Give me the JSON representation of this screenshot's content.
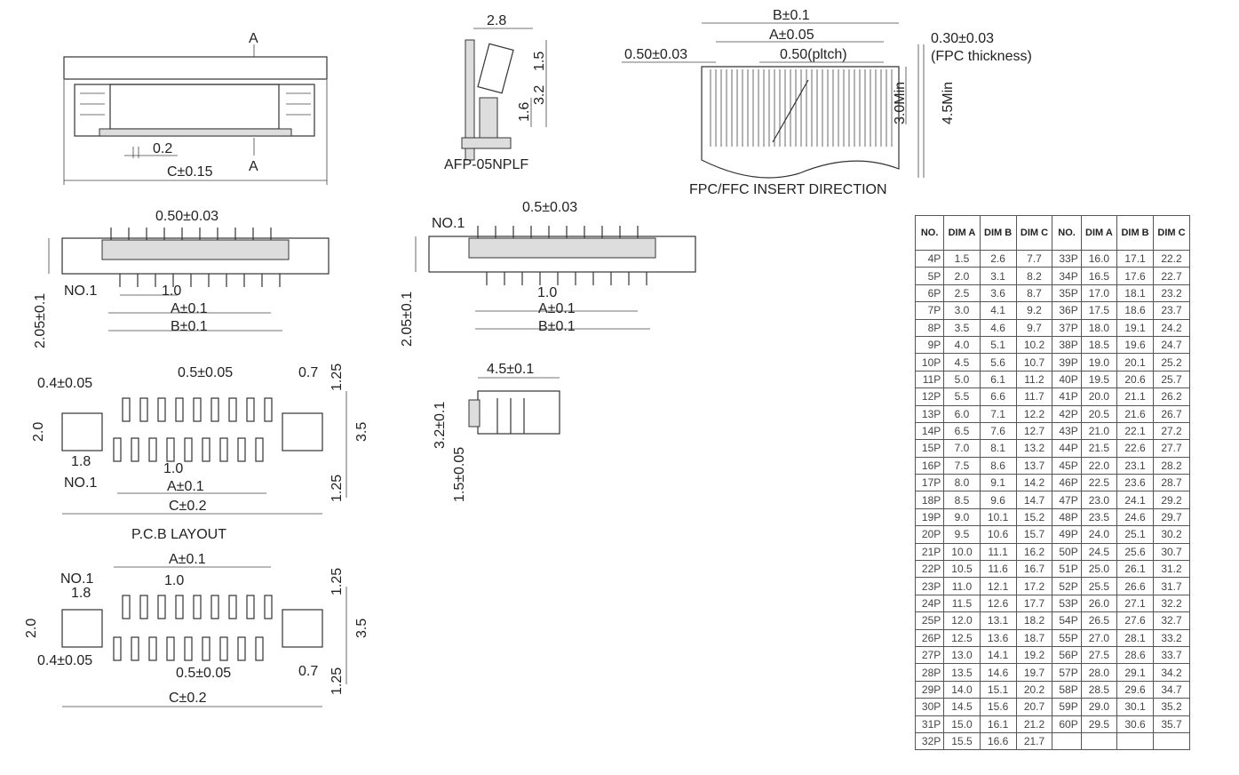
{
  "top_view": {
    "a_top": "A",
    "a_bottom": "A",
    "pitch": "0.2",
    "c": "C±0.15"
  },
  "side_view": {
    "w": "2.8",
    "h1": "1.5",
    "h2": "3.2",
    "h3": "1.6",
    "part": "AFP-05NPLF"
  },
  "fpc": {
    "b": "B±0.1",
    "a": "A±0.05",
    "offset": "0.50±0.03",
    "pitch": "0.50(pltch)",
    "min1": "3.0Min",
    "min2": "4.5Min",
    "thickness": "0.30±0.03",
    "thickness_note": "(FPC thickness)",
    "caption": "FPC/FFC INSERT DIRECTION"
  },
  "front1": {
    "pitch": "0.50±0.03",
    "no1": "NO.1",
    "spacing": "1.0",
    "a": "A±0.1",
    "b": "B±0.1",
    "h": "2.05±0.1"
  },
  "front2": {
    "no1": "NO.1",
    "pitch": "0.5±0.03",
    "spacing": "1.0",
    "a": "A±0.1",
    "b": "B±0.1",
    "h": "2.05±0.1"
  },
  "pcb1": {
    "pad_w": "0.4±0.05",
    "pitch": "0.5±0.05",
    "edge": "0.7",
    "top": "1.25",
    "h": "2.0",
    "total": "3.5",
    "side": "1.8",
    "no1": "NO.1",
    "spacing": "1.0",
    "a": "A±0.1",
    "c": "C±0.2",
    "bottom": "1.25",
    "caption": "P.C.B LAYOUT"
  },
  "small_side": {
    "w": "4.5±0.1",
    "h": "3.2±0.1",
    "h2": "1.5±0.05"
  },
  "pcb2": {
    "a": "A±0.1",
    "no1": "NO.1",
    "side": "1.8",
    "spacing": "1.0",
    "top": "1.25",
    "h": "2.0",
    "total": "3.5",
    "pad_w": "0.4±0.05",
    "pitch": "0.5±0.05",
    "edge": "0.7",
    "bottom": "1.25",
    "c": "C±0.2"
  },
  "table": {
    "headers": [
      "NO.",
      "DIM A",
      "DIM B",
      "DIM C",
      "NO.",
      "DIM A",
      "DIM B",
      "DIM C"
    ],
    "rows": [
      [
        "4P",
        "1.5",
        "2.6",
        "7.7",
        "33P",
        "16.0",
        "17.1",
        "22.2"
      ],
      [
        "5P",
        "2.0",
        "3.1",
        "8.2",
        "34P",
        "16.5",
        "17.6",
        "22.7"
      ],
      [
        "6P",
        "2.5",
        "3.6",
        "8.7",
        "35P",
        "17.0",
        "18.1",
        "23.2"
      ],
      [
        "7P",
        "3.0",
        "4.1",
        "9.2",
        "36P",
        "17.5",
        "18.6",
        "23.7"
      ],
      [
        "8P",
        "3.5",
        "4.6",
        "9.7",
        "37P",
        "18.0",
        "19.1",
        "24.2"
      ],
      [
        "9P",
        "4.0",
        "5.1",
        "10.2",
        "38P",
        "18.5",
        "19.6",
        "24.7"
      ],
      [
        "10P",
        "4.5",
        "5.6",
        "10.7",
        "39P",
        "19.0",
        "20.1",
        "25.2"
      ],
      [
        "11P",
        "5.0",
        "6.1",
        "11.2",
        "40P",
        "19.5",
        "20.6",
        "25.7"
      ],
      [
        "12P",
        "5.5",
        "6.6",
        "11.7",
        "41P",
        "20.0",
        "21.1",
        "26.2"
      ],
      [
        "13P",
        "6.0",
        "7.1",
        "12.2",
        "42P",
        "20.5",
        "21.6",
        "26.7"
      ],
      [
        "14P",
        "6.5",
        "7.6",
        "12.7",
        "43P",
        "21.0",
        "22.1",
        "27.2"
      ],
      [
        "15P",
        "7.0",
        "8.1",
        "13.2",
        "44P",
        "21.5",
        "22.6",
        "27.7"
      ],
      [
        "16P",
        "7.5",
        "8.6",
        "13.7",
        "45P",
        "22.0",
        "23.1",
        "28.2"
      ],
      [
        "17P",
        "8.0",
        "9.1",
        "14.2",
        "46P",
        "22.5",
        "23.6",
        "28.7"
      ],
      [
        "18P",
        "8.5",
        "9.6",
        "14.7",
        "47P",
        "23.0",
        "24.1",
        "29.2"
      ],
      [
        "19P",
        "9.0",
        "10.1",
        "15.2",
        "48P",
        "23.5",
        "24.6",
        "29.7"
      ],
      [
        "20P",
        "9.5",
        "10.6",
        "15.7",
        "49P",
        "24.0",
        "25.1",
        "30.2"
      ],
      [
        "21P",
        "10.0",
        "11.1",
        "16.2",
        "50P",
        "24.5",
        "25.6",
        "30.7"
      ],
      [
        "22P",
        "10.5",
        "11.6",
        "16.7",
        "51P",
        "25.0",
        "26.1",
        "31.2"
      ],
      [
        "23P",
        "11.0",
        "12.1",
        "17.2",
        "52P",
        "25.5",
        "26.6",
        "31.7"
      ],
      [
        "24P",
        "11.5",
        "12.6",
        "17.7",
        "53P",
        "26.0",
        "27.1",
        "32.2"
      ],
      [
        "25P",
        "12.0",
        "13.1",
        "18.2",
        "54P",
        "26.5",
        "27.6",
        "32.7"
      ],
      [
        "26P",
        "12.5",
        "13.6",
        "18.7",
        "55P",
        "27.0",
        "28.1",
        "33.2"
      ],
      [
        "27P",
        "13.0",
        "14.1",
        "19.2",
        "56P",
        "27.5",
        "28.6",
        "33.7"
      ],
      [
        "28P",
        "13.5",
        "14.6",
        "19.7",
        "57P",
        "28.0",
        "29.1",
        "34.2"
      ],
      [
        "29P",
        "14.0",
        "15.1",
        "20.2",
        "58P",
        "28.5",
        "29.6",
        "34.7"
      ],
      [
        "30P",
        "14.5",
        "15.6",
        "20.7",
        "59P",
        "29.0",
        "30.1",
        "35.2"
      ],
      [
        "31P",
        "15.0",
        "16.1",
        "21.2",
        "60P",
        "29.5",
        "30.6",
        "35.7"
      ],
      [
        "32P",
        "15.5",
        "16.6",
        "21.7",
        "",
        "",
        "",
        ""
      ]
    ]
  }
}
